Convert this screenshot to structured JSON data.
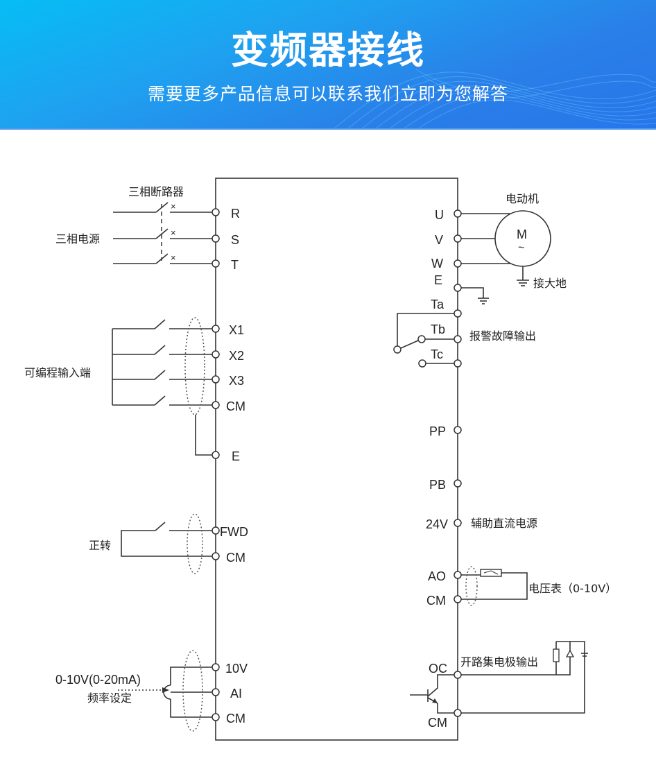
{
  "banner": {
    "title": "变频器接线",
    "subtitle": "需要更多产品信息可以联系我们立即为您解答",
    "colors": {
      "top": "#06bdf5",
      "bottom": "#2676ea"
    }
  },
  "diagram": {
    "left_labels": {
      "breaker": "三相断路器",
      "power_source": "三相电源",
      "programmable_inputs": "可编程输入端",
      "forward": "正转",
      "freq_range": "0-10V(0-20mA)",
      "freq_setting": "频率设定"
    },
    "left_terminals": {
      "R": "R",
      "S": "S",
      "T": "T",
      "X1": "X1",
      "X2": "X2",
      "X3": "X3",
      "CM1": "CM",
      "E": "E",
      "FWD": "FWD",
      "CM2": "CM",
      "V10": "10V",
      "AI": "AI",
      "CM3": "CM"
    },
    "right_terminals": {
      "U": "U",
      "V": "V",
      "W": "W",
      "E": "E",
      "Ta": "Ta",
      "Tb": "Tb",
      "Tc": "Tc",
      "PP": "PP",
      "PB": "PB",
      "V24": "24V",
      "AO": "AO",
      "CM1": "CM",
      "OC": "OC",
      "CM2": "CM"
    },
    "right_labels": {
      "motor": "电动机",
      "motor_symbol": "M",
      "motor_tilde": "~",
      "ground": "接大地",
      "alarm_output": "报警故障输出",
      "aux_dc": "辅助直流电源",
      "voltmeter": "电压表（0-10V）",
      "open_collector": "开路集电极输出"
    },
    "breaker_marks": [
      "×",
      "×",
      "×"
    ]
  }
}
